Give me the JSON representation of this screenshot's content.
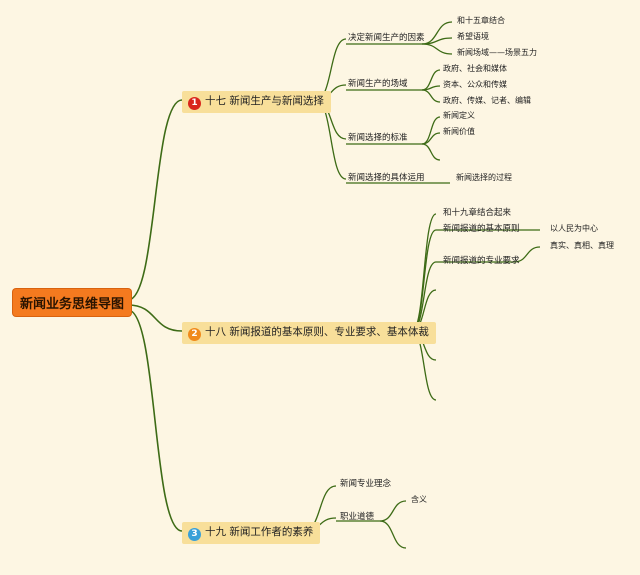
{
  "root": {
    "label": "新闻业务思维导图"
  },
  "colors": {
    "line": "#3d6b16",
    "root_bg": "#f47a1f",
    "branch_bg": "#f8df9a",
    "badge1": "#d9261c",
    "badge2": "#f08a1c",
    "badge3": "#3aa0d8"
  },
  "branches": [
    {
      "num": "1",
      "label": "十七 新闻生产与新闻选择",
      "subs": [
        {
          "label": "决定新闻生产的因素",
          "leaves": [
            "和十五章结合",
            "希望语境",
            "新闻场域——场景五力"
          ]
        },
        {
          "label": "新闻生产的场域",
          "leaves": [
            "政府、社会和媒体",
            "资本、公众和传媒",
            "政府、传媒、记者、编辑"
          ]
        },
        {
          "label": "新闻选择的标准",
          "leaves": [
            "新闻定义",
            "新闻价值"
          ]
        },
        {
          "label": "新闻选择的具体运用",
          "leaves": [
            "新闻选择的过程"
          ]
        }
      ]
    },
    {
      "num": "2",
      "label": "十八 新闻报道的基本原则、专业要求、基本体裁",
      "subs": [
        {
          "label": "和十九章结合起来",
          "leaves": []
        },
        {
          "label": "新闻报道的基本原则",
          "leaves": [
            "以人民为中心"
          ]
        },
        {
          "label": "新闻报道的专业要求",
          "leaves": [
            "真实、真相、真理"
          ]
        }
      ]
    },
    {
      "num": "3",
      "label": "十九 新闻工作者的素养",
      "subs": [
        {
          "label": "新闻专业理念",
          "leaves": []
        },
        {
          "label": "职业道德",
          "leaves": [
            "含义"
          ]
        }
      ]
    }
  ]
}
